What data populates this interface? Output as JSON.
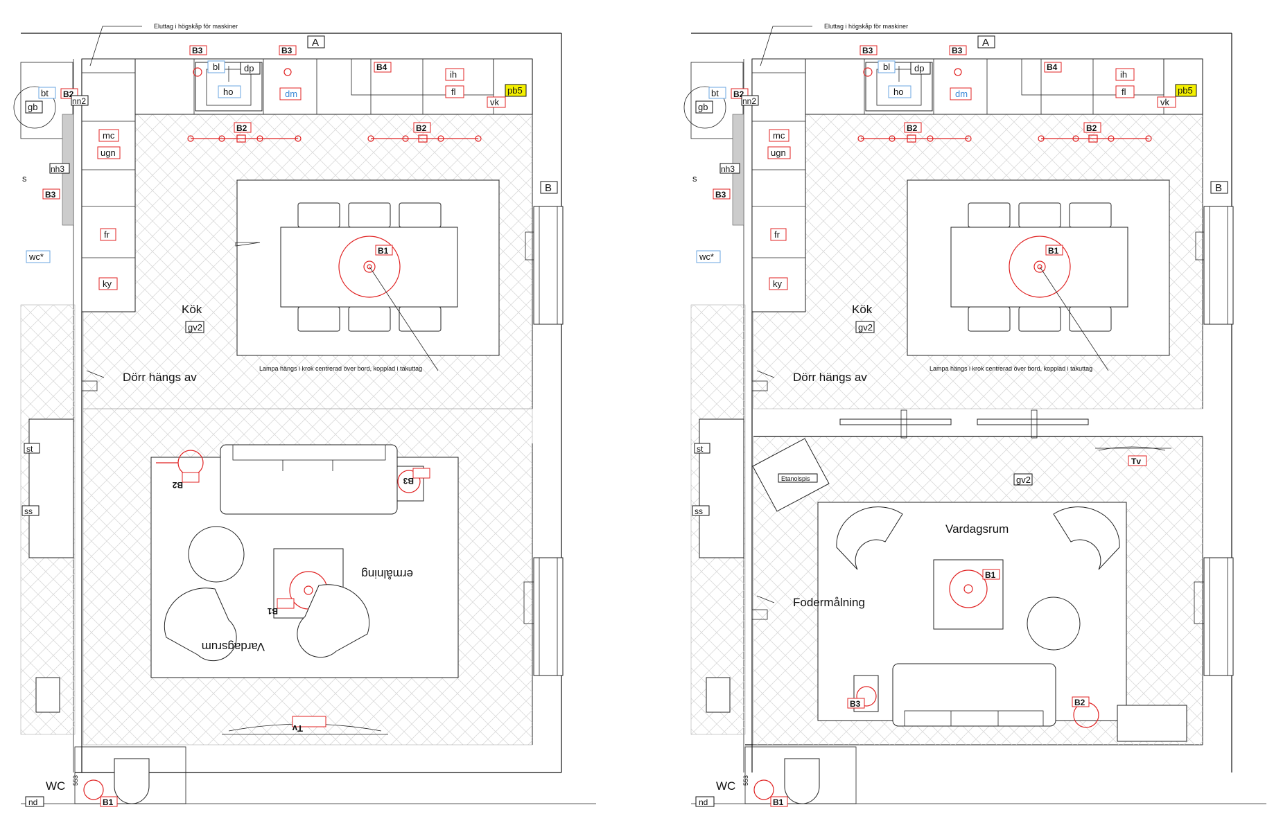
{
  "plans": [
    {
      "id": "plan-left",
      "note_top": "Eluttag i högskåp för maskiner",
      "section_a": "A",
      "section_b": "B",
      "room_kitchen": "Kök",
      "room_living": "Vardagsrum",
      "room_wc": "WC",
      "floor_tag_kitchen": "gv2",
      "door_note": "Dörr hängs av",
      "paint_note": "ermålning",
      "lamp_note": "Lampa hängs i krok centrerad över bord, kopplad i takuttag",
      "tags": {
        "b1": "B1",
        "b2": "B2",
        "b3": "B3",
        "b4": "B4",
        "bl": "bl",
        "dp": "dp",
        "ho": "ho",
        "dm": "dm",
        "ih": "ih",
        "fl": "fl",
        "vk": "vk",
        "pb5": "pb5",
        "mc": "mc",
        "ugn": "ugn",
        "fr": "fr",
        "ky": "ky",
        "gb": "gb",
        "bt": "bt",
        "nn2": "nn2",
        "nh3": "nh3",
        "wc": "wc*",
        "st": "st",
        "ss": "ss",
        "nd": "nd",
        "tv": "Tv",
        "s": "s",
        "dim": "553"
      }
    },
    {
      "id": "plan-right",
      "note_top": "Eluttag i högskåp för maskiner",
      "section_a": "A",
      "section_b": "B",
      "room_kitchen": "Kök",
      "room_living": "Vardagsrum",
      "room_wc": "WC",
      "floor_tag_kitchen": "gv2",
      "floor_tag_living": "gv2",
      "door_note": "Dörr hängs av",
      "paint_note": "Fodermålning",
      "lamp_note": "Lampa hängs i krok centrerad över bord, kopplad i takuttag",
      "stove_label": "Etanolspis",
      "tags": {
        "b1": "B1",
        "b2": "B2",
        "b3": "B3",
        "b4": "B4",
        "bl": "bl",
        "dp": "dp",
        "ho": "ho",
        "dm": "dm",
        "ih": "ih",
        "fl": "fl",
        "vk": "vk",
        "pb5": "pb5",
        "mc": "mc",
        "ugn": "ugn",
        "fr": "fr",
        "ky": "ky",
        "gb": "gb",
        "bt": "bt",
        "nn2": "nn2",
        "nh3": "nh3",
        "wc": "wc*",
        "st": "st",
        "ss": "ss",
        "nd": "nd",
        "tv": "Tv",
        "s": "s",
        "dim": "553"
      }
    }
  ],
  "colors": {
    "electrical": "#e02020",
    "appliance_blue": "#3a8ad8",
    "highlight": "#f4f000",
    "line": "#111111"
  }
}
